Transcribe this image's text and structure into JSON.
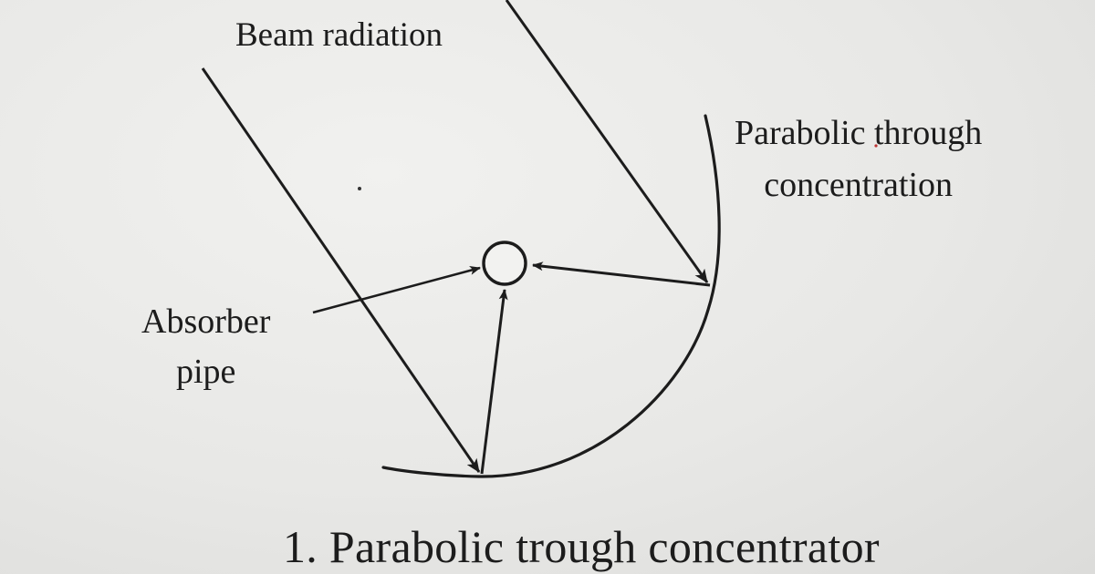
{
  "labels": {
    "beam_radiation": "Beam radiation",
    "trough_line1": "Parabolic through",
    "trough_line2": "concentration",
    "absorber_line1": "Absorber",
    "absorber_line2": "pipe"
  },
  "caption": "1. Parabolic trough concentrator",
  "colors": {
    "paper": "#e9e9e7",
    "ink": "#1c1c1c"
  }
}
